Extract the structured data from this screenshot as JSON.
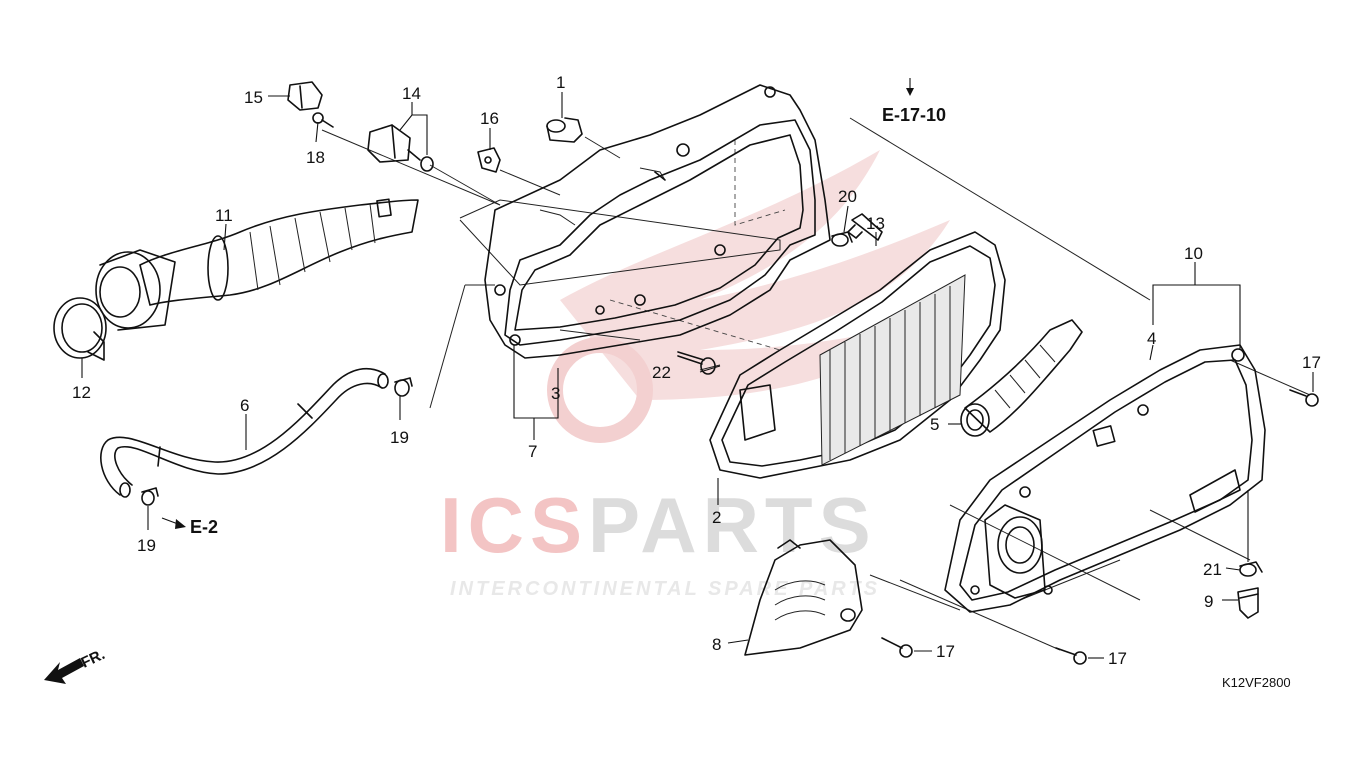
{
  "diagram": {
    "code": "K12VF2800",
    "front_marker": "FR.",
    "references": [
      "E-17-10",
      "E-2"
    ],
    "callouts": [
      "1",
      "2",
      "3",
      "4",
      "5",
      "6",
      "7",
      "8",
      "9",
      "10",
      "11",
      "12",
      "13",
      "14",
      "15",
      "16",
      "17",
      "18",
      "19",
      "20",
      "21",
      "22"
    ]
  },
  "watermark": {
    "brand": "ICSPARTS",
    "brand_accent": "ICS",
    "brand_rest": "PARTS",
    "tagline": "INTERCONTINENTAL SPARE PARTS"
  },
  "colors": {
    "line": "#111111",
    "watermark_red": "#f3c9c9",
    "watermark_gray": "#dedede"
  }
}
